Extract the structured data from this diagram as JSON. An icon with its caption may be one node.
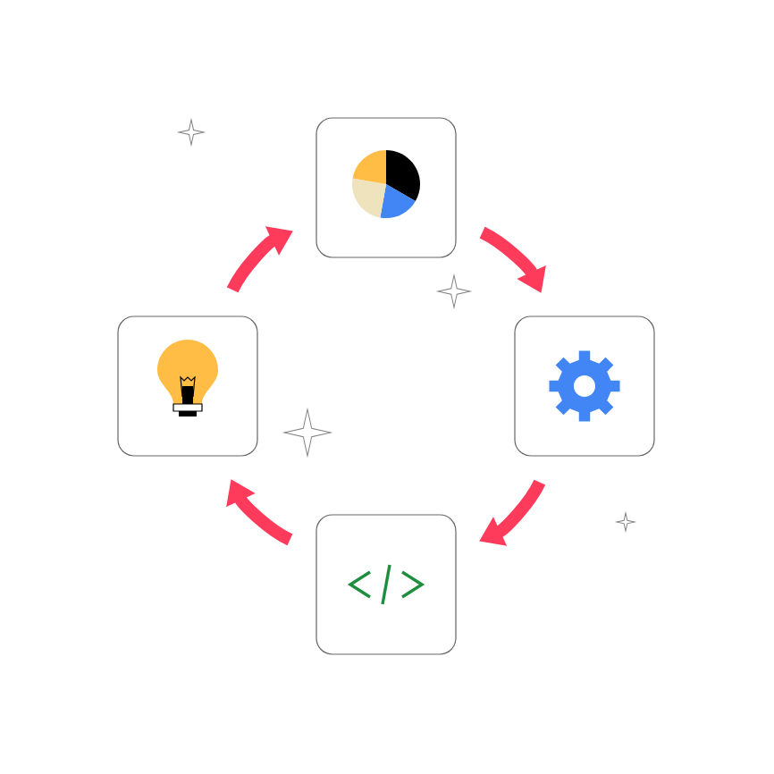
{
  "diagram": {
    "nodes": [
      {
        "text": [],
        "shape": "box"
      },
      {
        "text": [],
        "shape": "box"
      },
      {
        "text": [],
        "shape": "box"
      },
      {
        "text": [],
        "shape": "box"
      }
    ],
    "edges": [
      {
        "from": 0,
        "to": 2,
        "arrow": "to"
      },
      {
        "from": 2,
        "to": 3,
        "arrow": "to"
      },
      {
        "from": 3,
        "to": 1,
        "arrow": "to"
      },
      {
        "from": 1,
        "to": 0,
        "arrow": "to"
      }
    ]
  }
}
